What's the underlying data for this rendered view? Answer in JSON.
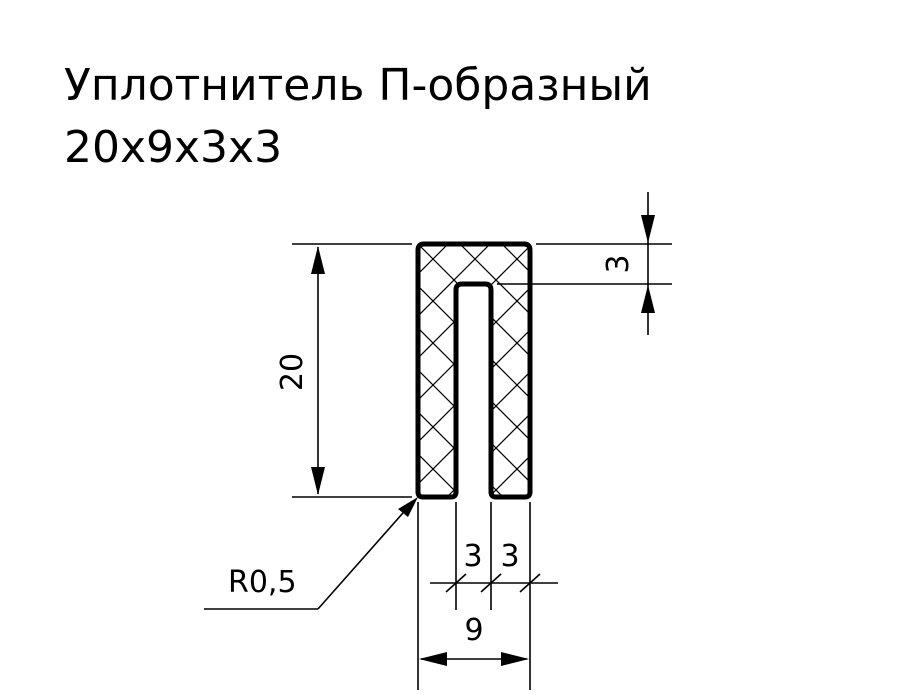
{
  "title": {
    "line1": "Уплотнитель П-образный",
    "line2": "20x9x3x3"
  },
  "dimensions": {
    "height": "20",
    "top_thickness": "3",
    "slot_width": "3",
    "wall_width": "3",
    "inner_width": "9",
    "radius": "R0,5"
  },
  "colors": {
    "line": "#000000",
    "background": "#ffffff"
  }
}
